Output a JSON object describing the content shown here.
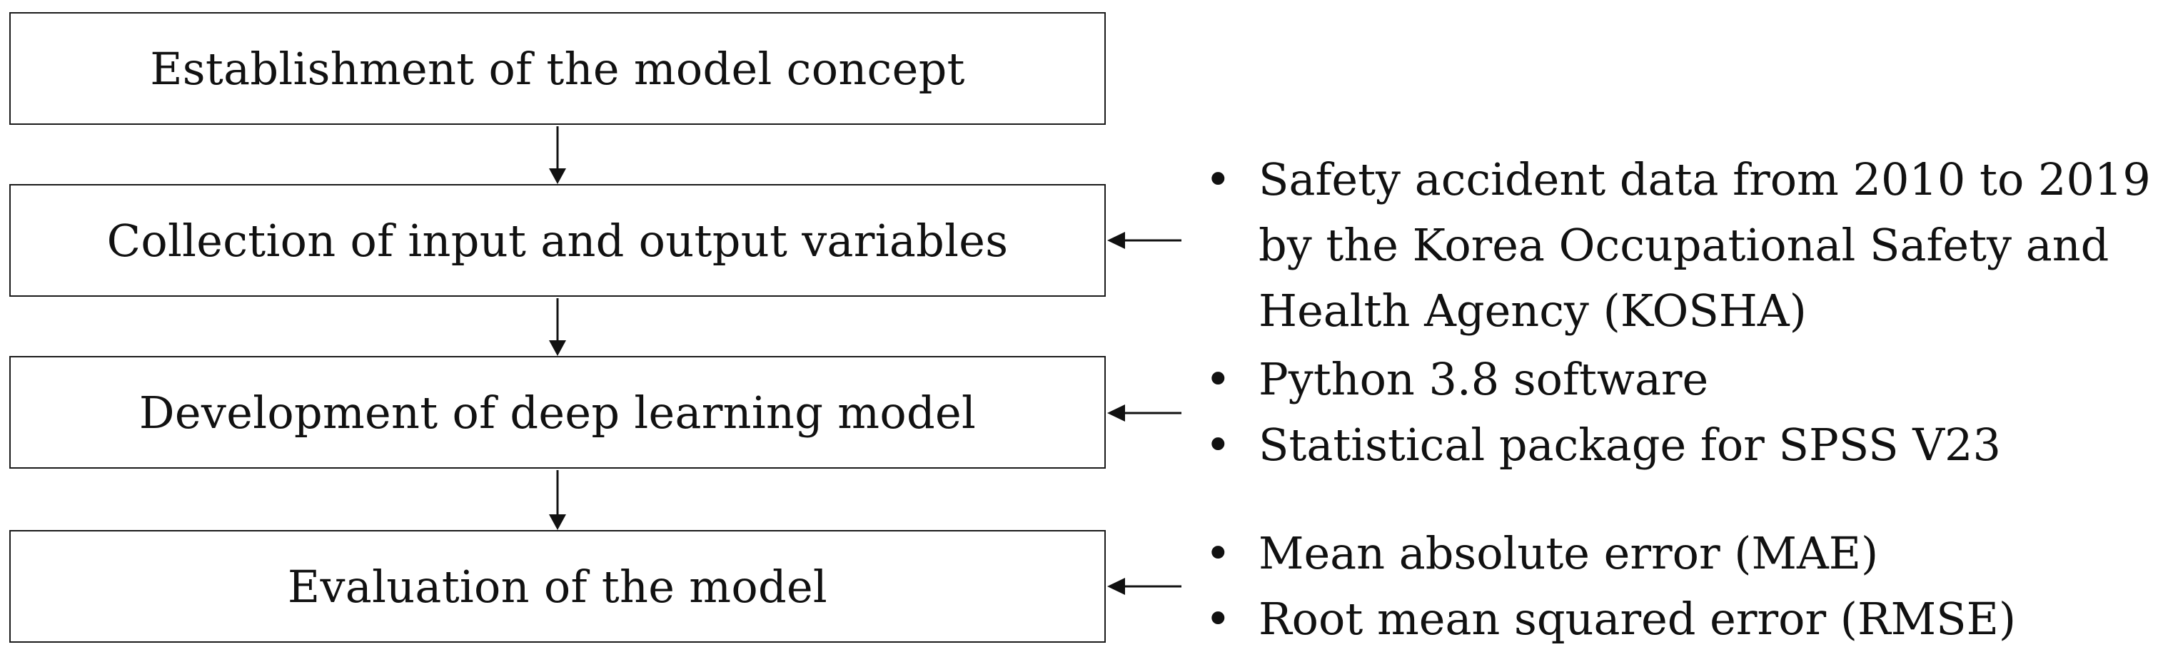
{
  "steps": [
    "Establishment of the model concept",
    "Collection of input and output variables",
    "Development of deep learning model",
    "Evaluation of the model"
  ],
  "notes": {
    "collection": [
      "Safety accident data from 2010 to 2019",
      "by the Korea Occupational Safety and",
      "Health Agency (KOSHA)"
    ],
    "development": [
      "Python 3.8 software",
      "Statistical package for SPSS V23"
    ],
    "evaluation": [
      "Mean absolute error (MAE)",
      "Root mean squared error (RMSE)"
    ]
  }
}
